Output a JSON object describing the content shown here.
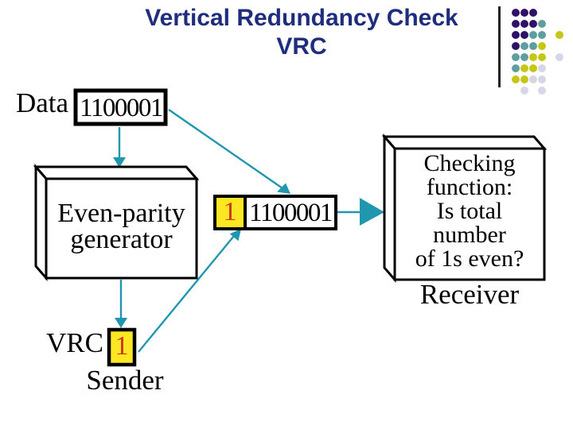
{
  "slide": {
    "title": "Vertical Redundancy Check\nVRC",
    "title_color": "#1f2d7e"
  },
  "diagram": {
    "data_label": "Data",
    "data_value": "1100001",
    "generator_label": "Even-parity\ngenerator",
    "codeword_parity_bit": "1",
    "codeword_value": "1100001",
    "vrc_label": "VRC",
    "vrc_bit": "1",
    "sender_label": "Sender",
    "checker_label": "Checking\nfunction:\nIs total\nnumber\nof 1s even?",
    "receiver_label": "Receiver",
    "arrow_color": "#2097ae",
    "bit_box_fill": "#fde723",
    "bit_color": "#cc3319",
    "box_border_color": "#000000"
  },
  "decoration": {
    "grid_colors": {
      "P": "#2f1168",
      "T": "#5f9e9e",
      "Y": "#c6c616",
      "L": "#d6d6e8"
    },
    "grid_rows": [
      "PPP...",
      "PPPT..",
      "PPTT.Y",
      "PTTY..",
      "TTYY.L",
      "TYYL..",
      "YYLL..",
      ".L.L.."
    ]
  }
}
